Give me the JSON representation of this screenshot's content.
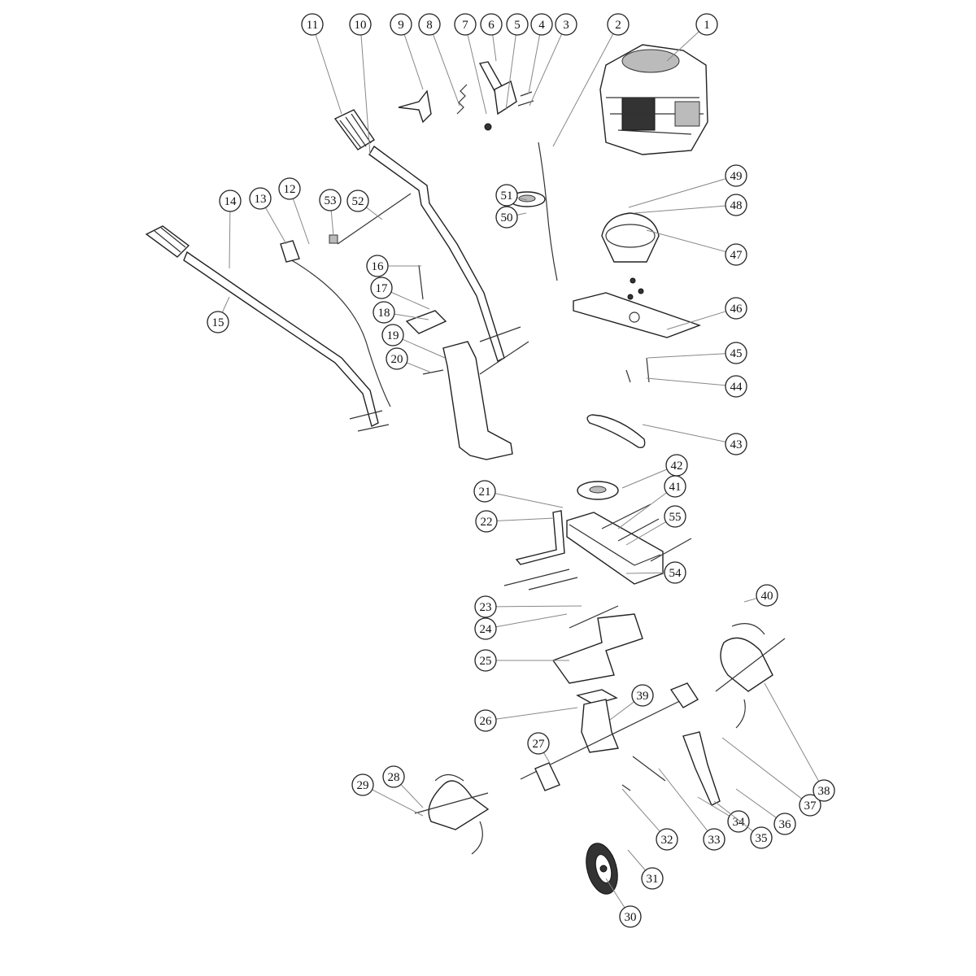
{
  "diagram": {
    "type": "exploded-parts-diagram",
    "callouts": [
      "1",
      "2",
      "3",
      "4",
      "5",
      "6",
      "7",
      "8",
      "9",
      "10",
      "11",
      "12",
      "13",
      "14",
      "15",
      "16",
      "17",
      "18",
      "19",
      "20",
      "21",
      "22",
      "23",
      "24",
      "25",
      "26",
      "27",
      "28",
      "29",
      "30",
      "31",
      "32",
      "33",
      "34",
      "35",
      "36",
      "37",
      "38",
      "39",
      "40",
      "41",
      "42",
      "43",
      "44",
      "45",
      "46",
      "47",
      "48",
      "49",
      "50",
      "51",
      "52",
      "53",
      "54",
      "55"
    ],
    "colors": {
      "line": "#222222",
      "leader": "#888888",
      "background": "#ffffff"
    }
  }
}
